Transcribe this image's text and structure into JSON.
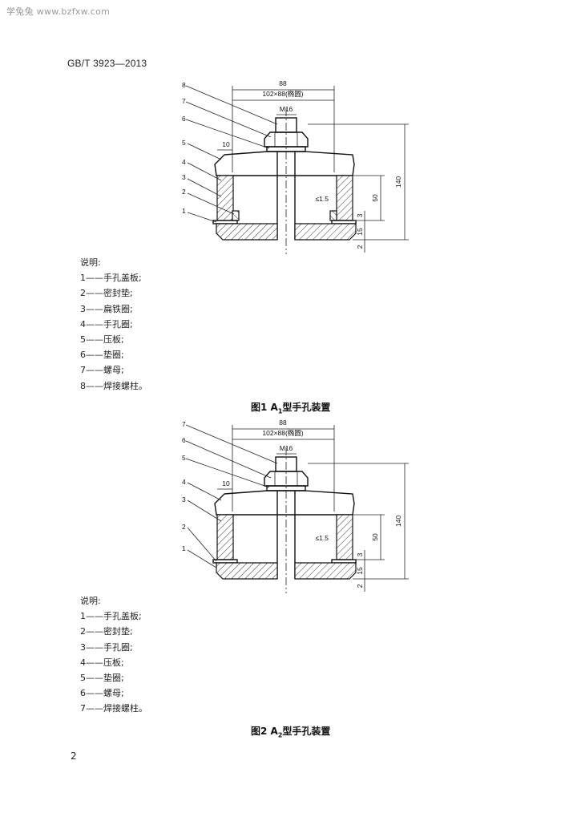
{
  "header": {
    "watermark": "学兔兔 www.bzfxw.com",
    "standard_code": "GB/T 3923—2013"
  },
  "figure1": {
    "caption_pre": "图1  A",
    "caption_sub": "1",
    "caption_post": "型手孔装置",
    "dims": {
      "width_88": "88",
      "ellipse": "102×88(椭圆)",
      "thread": "M16",
      "lip": "10",
      "height_140": "140",
      "height_50": "50",
      "gap": "≤1.5",
      "d3": "3",
      "d15": "15",
      "d2": "2"
    },
    "callouts": [
      "8",
      "7",
      "6",
      "5",
      "4",
      "3",
      "2",
      "1"
    ],
    "legend_title": "说明:",
    "legend": [
      "1——手孔盖板;",
      "2——密封垫;",
      "3——扁铁圈;",
      "4——手孔圈;",
      "5——压板;",
      "6——垫圈;",
      "7——螺母;",
      "8——焊接螺柱。"
    ]
  },
  "figure2": {
    "caption_pre": "图2  A",
    "caption_sub": "2",
    "caption_post": "型手孔装置",
    "dims": {
      "width_88": "88",
      "ellipse": "102×88(椭圆)",
      "thread": "M16",
      "lip": "10",
      "height_140": "140",
      "height_50": "50",
      "gap": "≤1.5",
      "d3": "3",
      "d15": "15",
      "d2": "2"
    },
    "callouts": [
      "7",
      "6",
      "5",
      "4",
      "3",
      "2",
      "1"
    ],
    "legend_title": "说明:",
    "legend": [
      "1——手孔盖板;",
      "2——密封垫;",
      "3——手孔圈;",
      "4——压板;",
      "5——垫圈;",
      "6——螺母;",
      "7——焊接螺柱。"
    ]
  },
  "footer": {
    "page_number": "2"
  }
}
